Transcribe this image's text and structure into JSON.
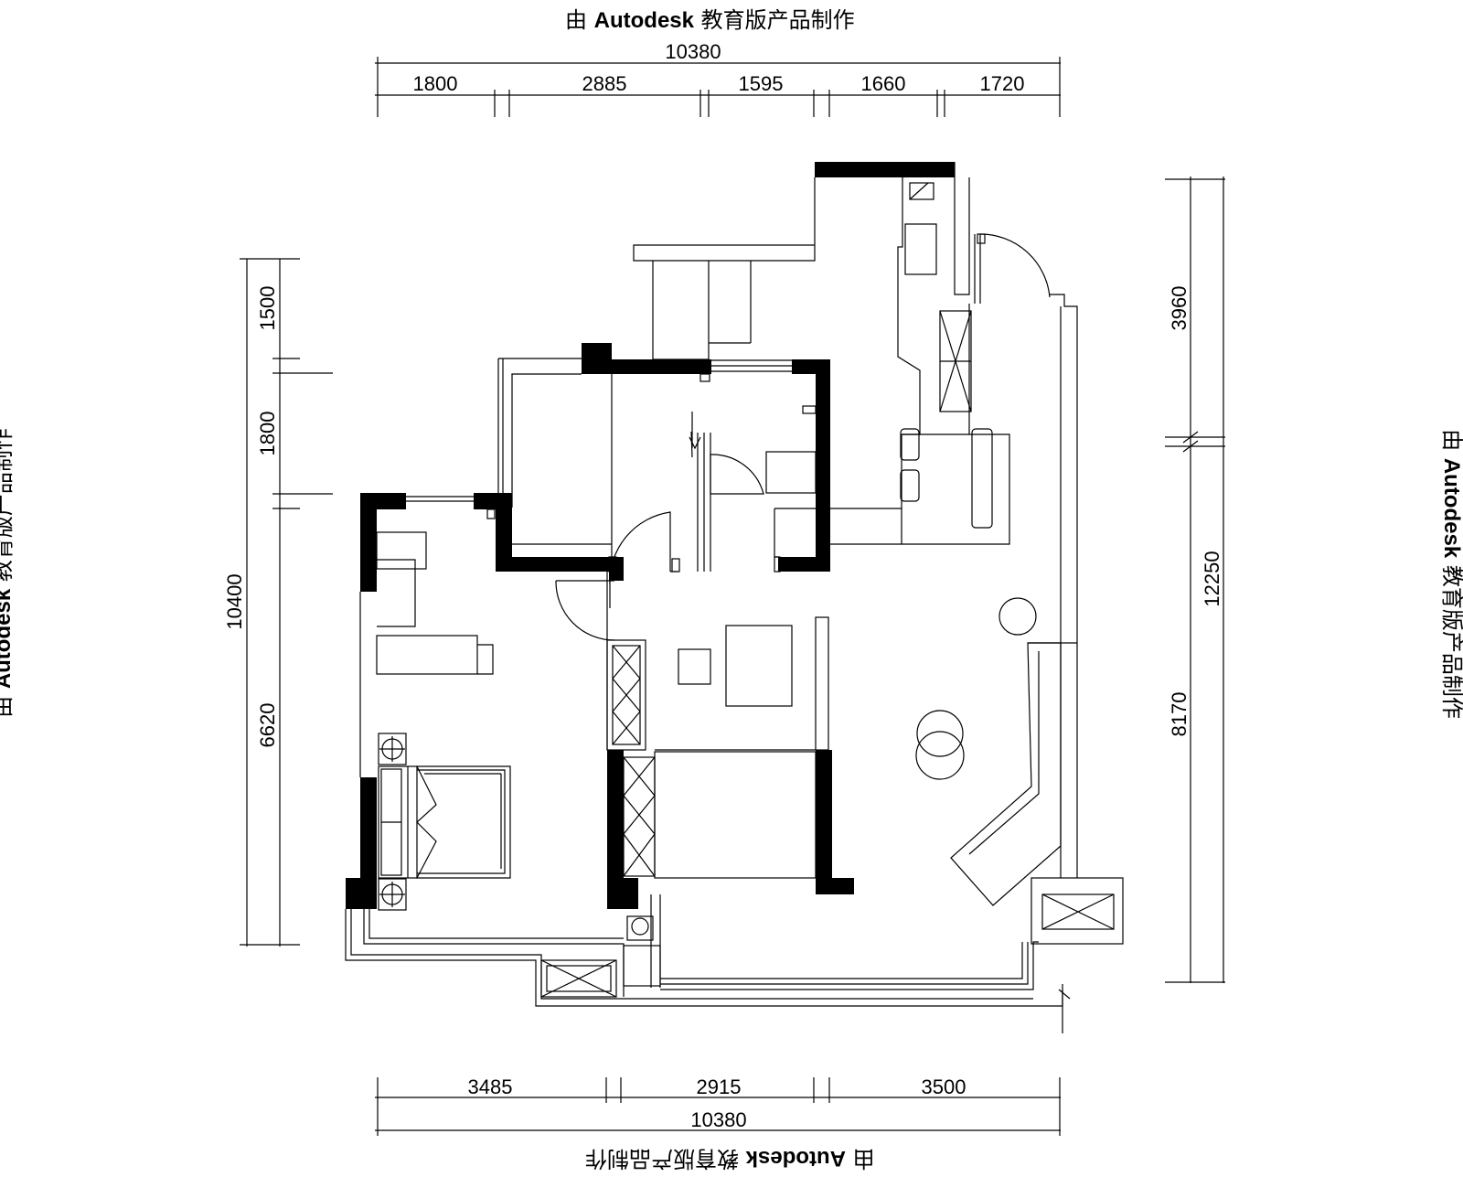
{
  "watermark": {
    "prefix": "由",
    "brand": "Autodesk",
    "suffix": "教育版产品制作"
  },
  "dimensions": {
    "top_total": "10380",
    "top_segments": [
      "1800",
      "2885",
      "1595",
      "1660",
      "1720"
    ],
    "bottom_total": "10380",
    "bottom_segments": [
      "3485",
      "2915",
      "3500"
    ],
    "left_total": "10400",
    "left_segments": [
      "1500",
      "1800",
      "6620"
    ],
    "right_total": "12250",
    "right_segments": [
      "3960",
      "8170"
    ]
  }
}
